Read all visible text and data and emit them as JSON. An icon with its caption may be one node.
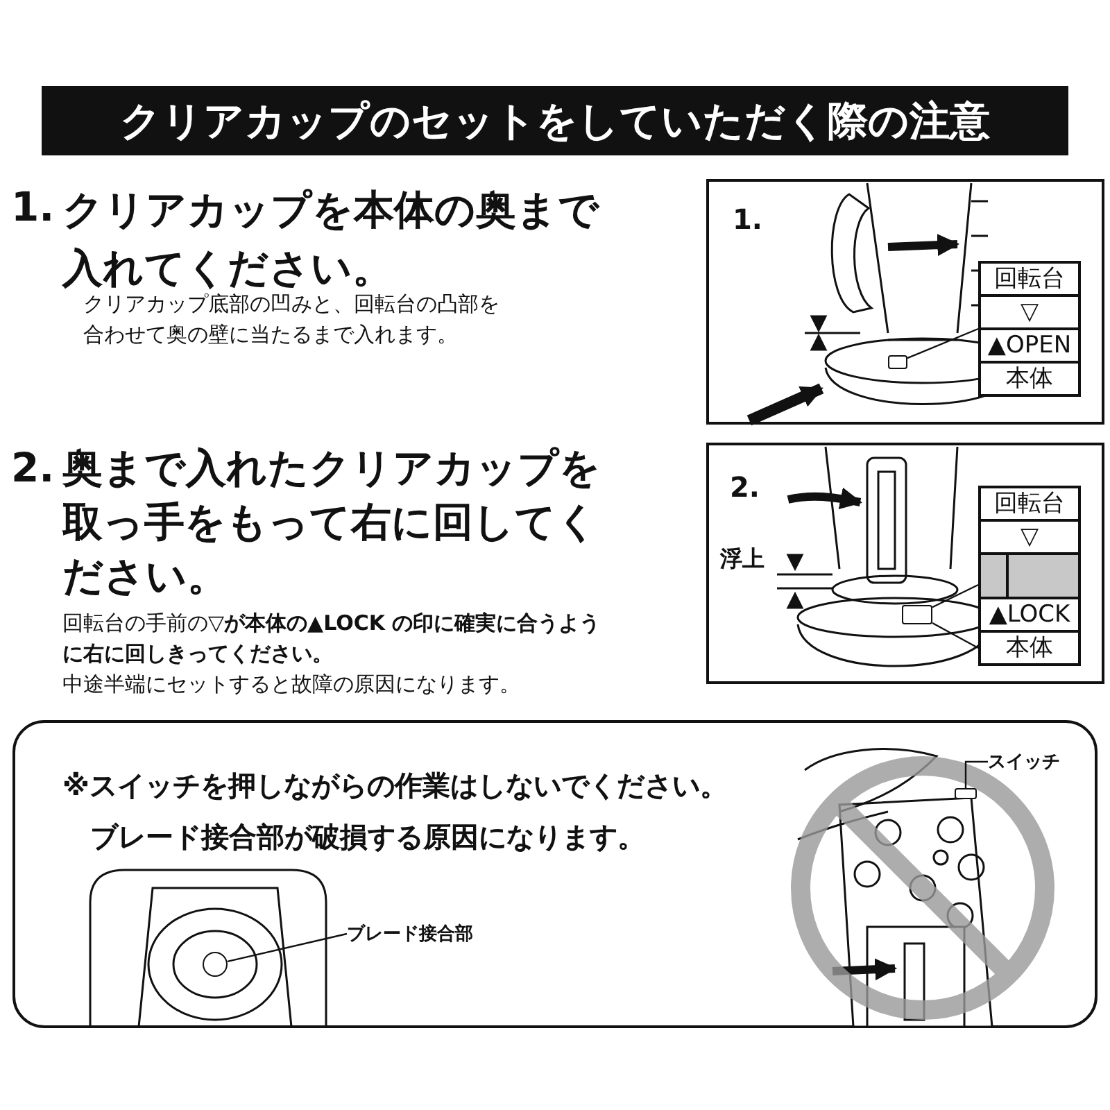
{
  "diagram": {
    "title": "クリアカップのセットをしていただく際の注意",
    "nodes": [
      {
        "text": [
          "回転台",
          "▽",
          "▲OPEN",
          "本体"
        ]
      },
      {
        "text": [],
        "shape": "box"
      },
      {
        "text": [
          "回転台",
          "▽",
          "▲LOCK",
          "本体"
        ]
      },
      {
        "text": [],
        "shape": "box"
      },
      {
        "text": [
          "スイッチ"
        ]
      },
      {
        "text": [],
        "shape": "box"
      },
      {
        "text": [
          "ブレード接合部"
        ]
      },
      {
        "text": [],
        "shape": "circle"
      }
    ],
    "edges": [
      {
        "from": 0,
        "to": 1,
        "arrow": "none"
      },
      {
        "from": 2,
        "to": 3,
        "arrow": "none"
      },
      {
        "from": 2,
        "to": 3,
        "arrow": "none"
      },
      {
        "from": 4,
        "to": 5,
        "arrow": "none"
      },
      {
        "from": 6,
        "to": 7,
        "arrow": "none"
      }
    ],
    "labels": [
      "1.",
      "クリアカップを本体の奥まで入れてください。",
      "クリアカップ底部の凹みと、回転台の凸部を合わせて奥の壁に当たるまで入れます。",
      "2.",
      "奥まで入れたクリアカップを取っ手をもって右に回してください。",
      "回転台の手前の▽**が本体の▲LOCK の印に確実に合うように右に回しきってください。**",
      "中途半端にセットすると故障の原因になります。",
      "1.",
      "2.",
      "浮上",
      "※スイッチを押しながらの作業はしないでください。",
      "ブレード接合部が破損する原因になります。"
    ]
  }
}
